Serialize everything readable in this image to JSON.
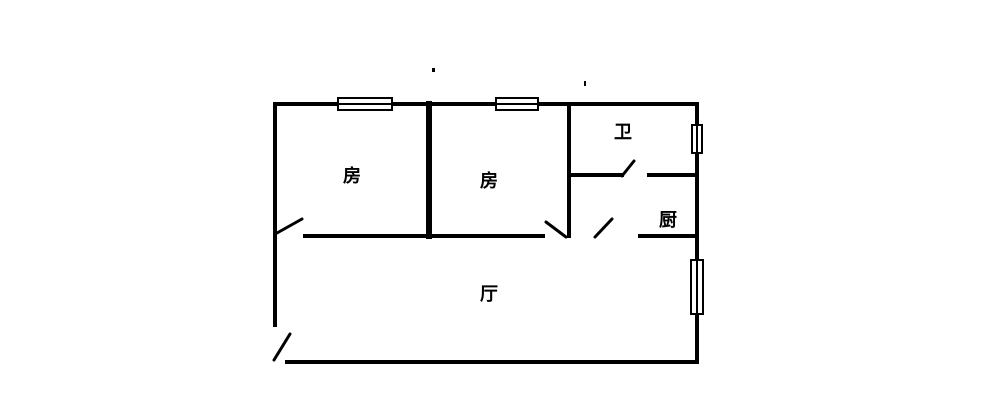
{
  "rooms": {
    "bedroom_left": "房",
    "bedroom_right": "房",
    "bathroom": "卫",
    "kitchen": "厨",
    "living_room": "厅"
  },
  "colors": {
    "wall": "#000000",
    "window_frame": "#000000",
    "window_fill": "#ffffff",
    "background": "#ffffff"
  }
}
